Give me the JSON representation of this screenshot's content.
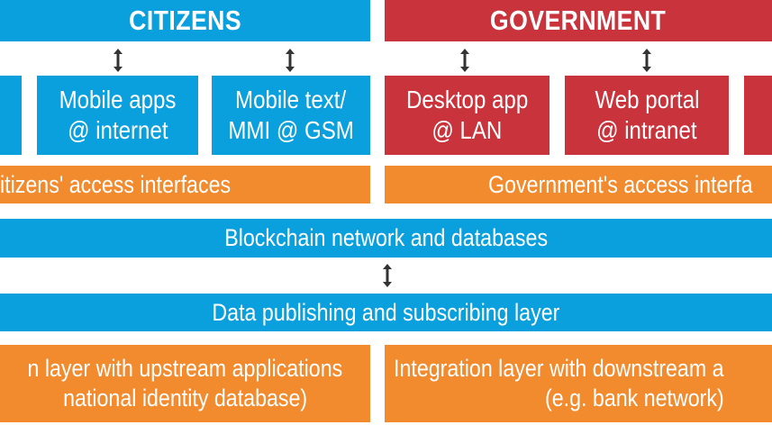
{
  "header": {
    "citizens": "CITIZENS",
    "government": "GOVERNMENT"
  },
  "tiles": {
    "mobile_apps": [
      "Mobile apps",
      "@ internet"
    ],
    "mobile_text": [
      "Mobile text/",
      "MMI @ GSM"
    ],
    "desktop_app": [
      "Desktop app",
      "@ LAN"
    ],
    "web_portal": [
      "Web portal",
      "@ intranet"
    ]
  },
  "interfaces": {
    "citizens": "itizens' access interfaces",
    "government": "Government's access interfa"
  },
  "blockchain": "Blockchain network and databases",
  "publishing": "Data publishing and subscribing layer",
  "integration": {
    "upstream": [
      "n layer with upstream applications",
      "national identity database)"
    ],
    "downstream": [
      "Integration layer with downstream a",
      "(e.g. bank network)"
    ]
  },
  "colors": {
    "blue": "#0a9fdd",
    "red": "#c9333b",
    "orange": "#f28a2e"
  }
}
